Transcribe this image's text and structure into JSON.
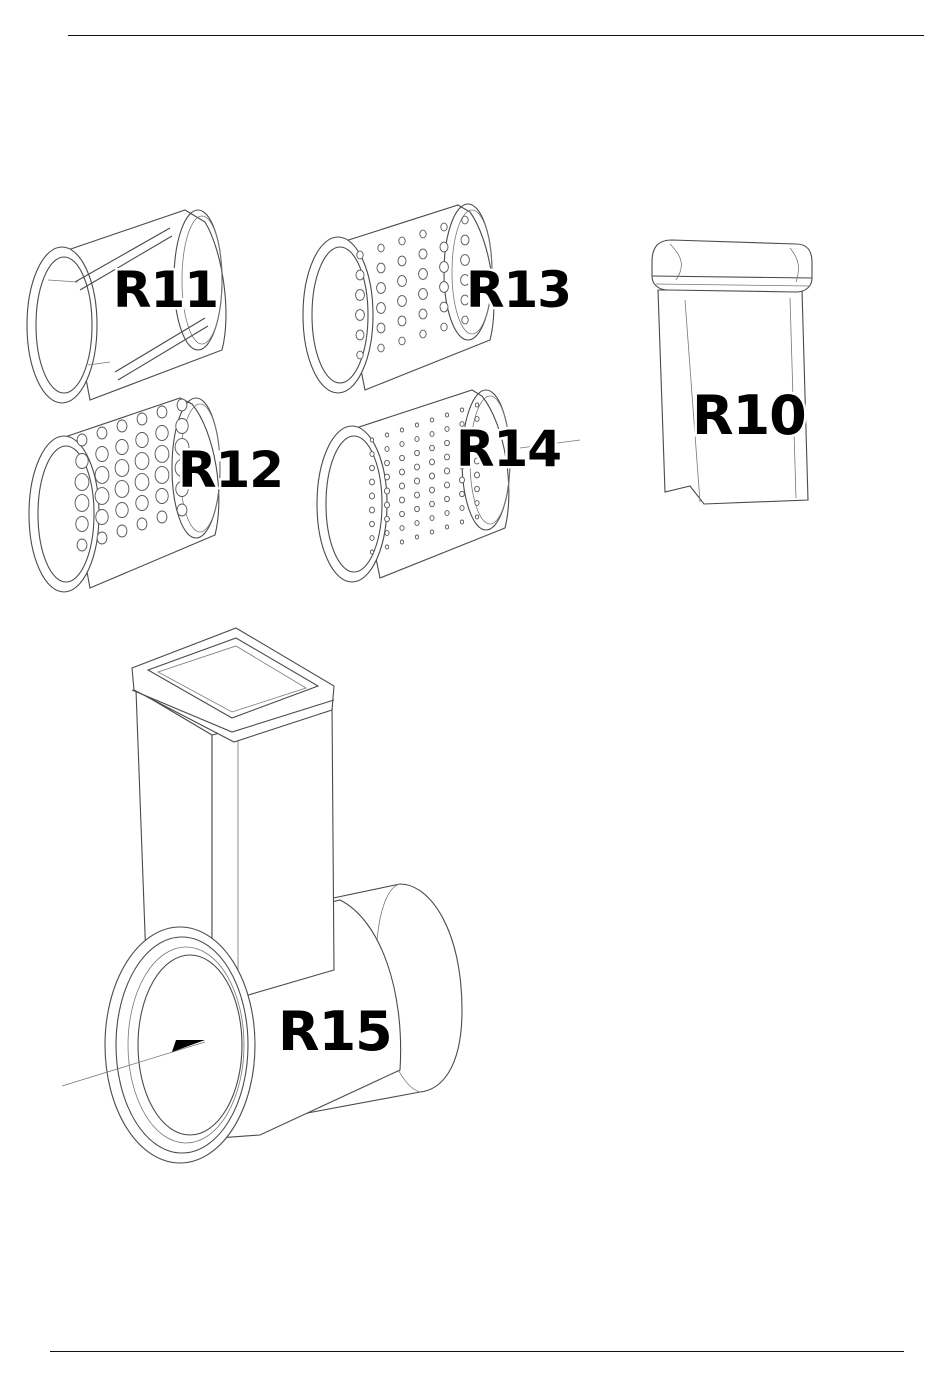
{
  "parts": [
    {
      "id": "R11",
      "label": "R11"
    },
    {
      "id": "R12",
      "label": "R12"
    },
    {
      "id": "R13",
      "label": "R13"
    },
    {
      "id": "R14",
      "label": "R14"
    },
    {
      "id": "R10",
      "label": "R10"
    },
    {
      "id": "R15",
      "label": "R15"
    }
  ],
  "icons": {
    "R11": "slicing-drum-icon",
    "R12": "coarse-grating-drum-icon",
    "R13": "medium-grating-drum-icon",
    "R14": "fine-grating-drum-icon",
    "R10": "food-pusher-icon",
    "R15": "drum-housing-with-feed-tube-icon"
  }
}
